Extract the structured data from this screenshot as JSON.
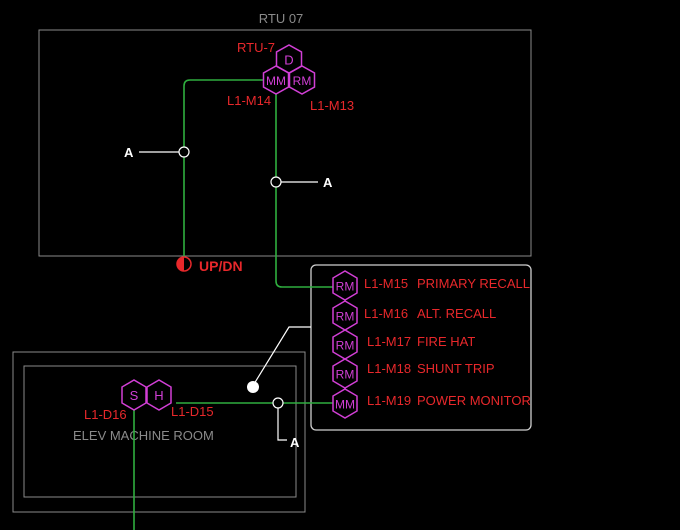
{
  "diagram": {
    "rooms": {
      "rtu": {
        "label": "RTU 07"
      },
      "elevator": {
        "label": "ELEV MACHINE ROOM"
      }
    },
    "rtu_group": {
      "label": "RTU-7",
      "devices": [
        {
          "code": "D"
        },
        {
          "code": "MM",
          "address": "L1-M14"
        },
        {
          "code": "RM",
          "address": "L1-M13"
        }
      ]
    },
    "endpoint_markers": [
      "A",
      "A",
      "A"
    ],
    "updn_label": "UP/DN",
    "module_panel": [
      {
        "code": "RM",
        "address": "L1-M15",
        "description": "PRIMARY RECALL"
      },
      {
        "code": "RM",
        "address": "L1-M16",
        "description": "ALT. RECALL"
      },
      {
        "code": "RM",
        "address": "L1-M17",
        "description": "FIRE HAT"
      },
      {
        "code": "RM",
        "address": "L1-M18",
        "description": "SHUNT TRIP"
      },
      {
        "code": "MM",
        "address": "L1-M19",
        "description": "POWER MONITOR"
      }
    ],
    "elevator_devices": [
      {
        "code": "S",
        "address": "L1-D16"
      },
      {
        "code": "H",
        "address": "L1-D15"
      }
    ],
    "colors": {
      "wire": "#2fae3f",
      "device": "#d23fd6",
      "address_text": "#e8282b",
      "room_outline": "#8a8a8a",
      "leader": "#ffffff"
    }
  }
}
